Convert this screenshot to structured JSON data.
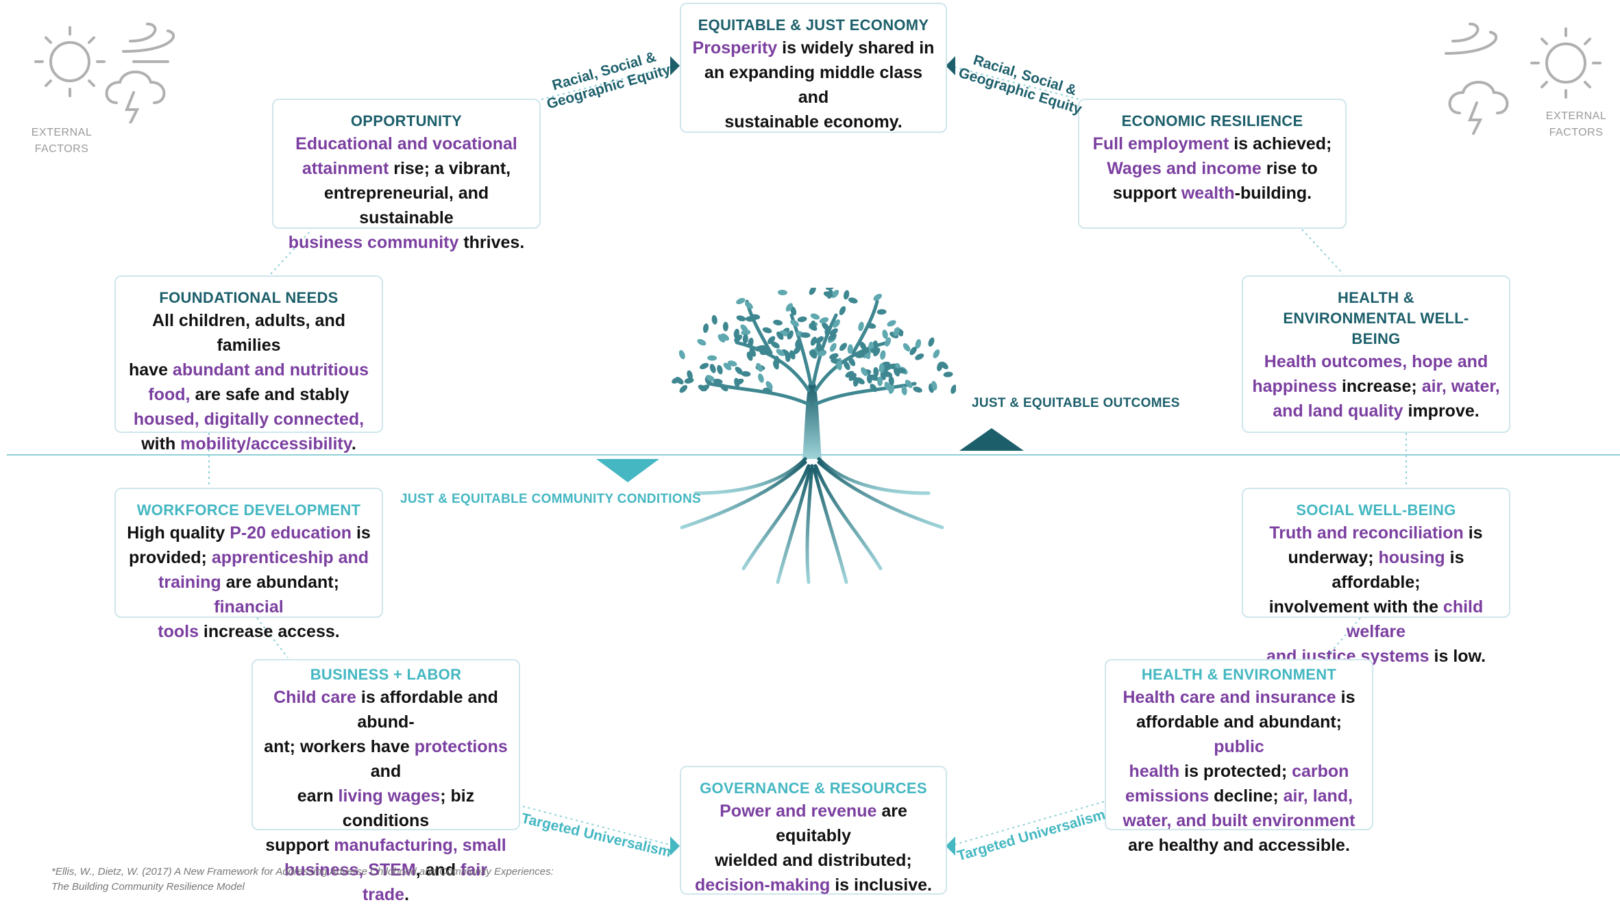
{
  "external_factors": {
    "line1": "EXTERNAL",
    "line2": "FACTORS"
  },
  "outcomes_label": "JUST & EQUITABLE OUTCOMES",
  "conditions_label": "JUST & EQUITABLE COMMUNITY CONDITIONS",
  "equity_label_left": {
    "line1": "Racial, Social &",
    "line2": "Geographic Equity"
  },
  "equity_label_right": {
    "line1": "Racial, Social &",
    "line2": "Geographic Equity"
  },
  "universalism_left": "Targeted Universalism",
  "universalism_right": "Targeted Universalism",
  "citation": {
    "line1": "*Ellis, W., Dietz, W. (2017) A New Framework for Addressing Adverse Childhood and Community Experiences:",
    "line2": "The Building Community Resilience Model"
  },
  "boxes": {
    "economy": {
      "title": "EQUITABLE & JUST ECONOMY",
      "body": [
        [
          [
            "Prosperity",
            true
          ],
          [
            " is widely shared in",
            false
          ]
        ],
        [
          [
            "an expanding middle class and",
            false
          ]
        ],
        [
          [
            "sustainable economy.",
            false
          ]
        ]
      ]
    },
    "opportunity": {
      "title": "OPPORTUNITY",
      "body": [
        [
          [
            "Educational and vocational",
            true
          ]
        ],
        [
          [
            "attainment",
            true
          ],
          [
            " rise; a vibrant,",
            false
          ]
        ],
        [
          [
            "entrepreneurial, and sustainable",
            false
          ]
        ],
        [
          [
            "business community",
            true
          ],
          [
            " thrives.",
            false
          ]
        ]
      ]
    },
    "resilience": {
      "title": "ECONOMIC RESILIENCE",
      "body": [
        [
          [
            "Full employment",
            true
          ],
          [
            " is achieved;",
            false
          ]
        ],
        [
          [
            "Wages and income",
            true
          ],
          [
            " rise to",
            false
          ]
        ],
        [
          [
            "support ",
            false
          ],
          [
            "wealth",
            true
          ],
          [
            "-building.",
            false
          ]
        ]
      ]
    },
    "foundational": {
      "title": "FOUNDATIONAL NEEDS",
      "body": [
        [
          [
            "All children, adults, and families",
            false
          ]
        ],
        [
          [
            "have ",
            false
          ],
          [
            "abundant and nutritious",
            true
          ]
        ],
        [
          [
            "food,",
            true
          ],
          [
            " are safe and stably",
            false
          ]
        ],
        [
          [
            "housed, digitally connected,",
            true
          ]
        ],
        [
          [
            "with ",
            false
          ],
          [
            "mobility/accessibility",
            true
          ],
          [
            ".",
            false
          ]
        ]
      ]
    },
    "health_env_wellbeing": {
      "title": "HEALTH & ENVIRONMENTAL WELL-BEING",
      "body": [
        [
          [
            "Health outcomes, hope and",
            true
          ]
        ],
        [
          [
            "happiness",
            true
          ],
          [
            " increase; ",
            false
          ],
          [
            "air, water,",
            true
          ]
        ],
        [
          [
            "and land quality",
            true
          ],
          [
            " improve.",
            false
          ]
        ]
      ]
    },
    "workforce": {
      "title": "WORKFORCE DEVELOPMENT",
      "body": [
        [
          [
            "High quality ",
            false
          ],
          [
            "P-20 education",
            true
          ],
          [
            " is",
            false
          ]
        ],
        [
          [
            "provided; ",
            false
          ],
          [
            "apprenticeship and",
            true
          ]
        ],
        [
          [
            "training",
            true
          ],
          [
            " are abundant; ",
            false
          ],
          [
            "financial",
            true
          ]
        ],
        [
          [
            "tools",
            true
          ],
          [
            " increase access.",
            false
          ]
        ]
      ]
    },
    "social": {
      "title": "SOCIAL WELL-BEING",
      "body": [
        [
          [
            "Truth and reconciliation",
            true
          ],
          [
            " is",
            false
          ]
        ],
        [
          [
            "underway; ",
            false
          ],
          [
            "housing",
            true
          ],
          [
            " is affordable;",
            false
          ]
        ],
        [
          [
            "involvement with the ",
            false
          ],
          [
            "child welfare",
            true
          ]
        ],
        [
          [
            "and justice systems",
            true
          ],
          [
            " is low.",
            false
          ]
        ]
      ]
    },
    "business": {
      "title": "BUSINESS + LABOR",
      "body": [
        [
          [
            "Child care",
            true
          ],
          [
            " is affordable and abund-",
            false
          ]
        ],
        [
          [
            "ant; workers have ",
            false
          ],
          [
            "protections",
            true
          ],
          [
            " and",
            false
          ]
        ],
        [
          [
            "earn ",
            false
          ],
          [
            "living wages",
            true
          ],
          [
            "; biz conditions",
            false
          ]
        ],
        [
          [
            "support ",
            false
          ],
          [
            "manufacturing, small",
            true
          ]
        ],
        [
          [
            "business, STEM",
            true
          ],
          [
            ", and ",
            false
          ],
          [
            "fair trade",
            true
          ],
          [
            ".",
            false
          ]
        ]
      ]
    },
    "health_environment": {
      "title": "HEALTH & ENVIRONMENT",
      "body": [
        [
          [
            "Health care and insurance",
            true
          ],
          [
            " is",
            false
          ]
        ],
        [
          [
            "affordable and abundant; ",
            false
          ],
          [
            "public",
            true
          ]
        ],
        [
          [
            "health",
            true
          ],
          [
            " is protected; ",
            false
          ],
          [
            "carbon",
            true
          ]
        ],
        [
          [
            "emissions",
            true
          ],
          [
            " decline; ",
            false
          ],
          [
            "air, land,",
            true
          ]
        ],
        [
          [
            "water, and built environment",
            true
          ]
        ],
        [
          [
            "are healthy and accessible.",
            false
          ]
        ]
      ]
    },
    "governance": {
      "title": "GOVERNANCE & RESOURCES",
      "body": [
        [
          [
            "Power and revenue",
            true
          ],
          [
            " are equitably",
            false
          ]
        ],
        [
          [
            "wielded and distributed;",
            false
          ]
        ],
        [
          [
            "decision-making",
            true
          ],
          [
            " is inclusive.",
            false
          ]
        ]
      ]
    }
  },
  "colors": {
    "dark_teal": "#1c5f6b",
    "light_teal": "#44b7c2",
    "purple": "#7b3fa0",
    "border": "#cfe6ec"
  }
}
